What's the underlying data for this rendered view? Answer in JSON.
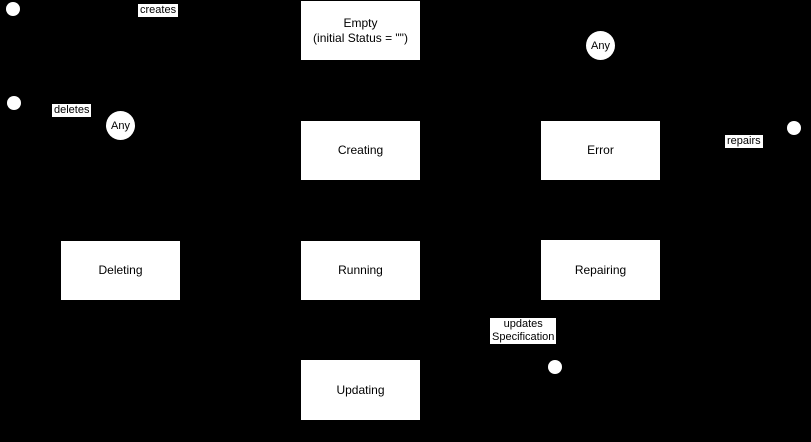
{
  "diagram": {
    "type": "state-diagram",
    "colors": {
      "background": "#000000",
      "node_fill": "#ffffff",
      "node_text": "#000000",
      "label_bg": "#ffffff",
      "label_text": "#000000"
    },
    "nodes": {
      "empty": {
        "line1": "Empty",
        "line2": "(initial Status = \"\")"
      },
      "creating": {
        "label": "Creating"
      },
      "running": {
        "label": "Running"
      },
      "updating": {
        "label": "Updating"
      },
      "deleting": {
        "label": "Deleting"
      },
      "error": {
        "label": "Error"
      },
      "repairing": {
        "label": "Repairing"
      }
    },
    "any_states": {
      "top": "Any",
      "left": "Any"
    },
    "edge_labels": {
      "creates": "creates",
      "deletes": "deletes",
      "repairs": "repairs",
      "updates": {
        "line1": "updates",
        "line2": "Specification"
      }
    }
  }
}
